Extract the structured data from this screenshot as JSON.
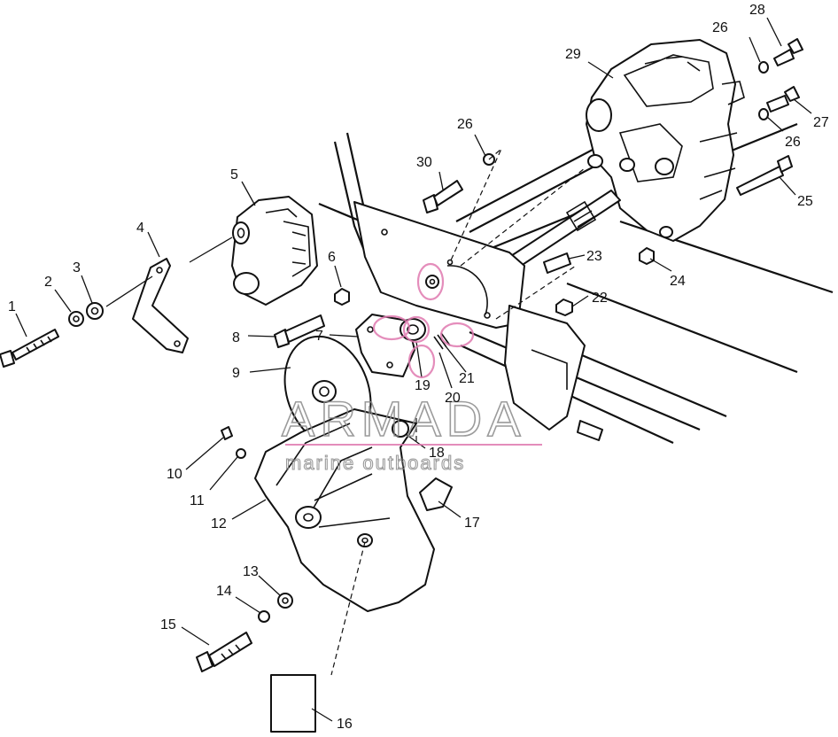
{
  "callouts": [
    {
      "id": "c1",
      "text": "1"
    },
    {
      "id": "c2",
      "text": "2"
    },
    {
      "id": "c3",
      "text": "3"
    },
    {
      "id": "c4",
      "text": "4"
    },
    {
      "id": "c5",
      "text": "5"
    },
    {
      "id": "c6",
      "text": "6"
    },
    {
      "id": "c7",
      "text": "7"
    },
    {
      "id": "c8",
      "text": "8"
    },
    {
      "id": "c9",
      "text": "9"
    },
    {
      "id": "c10",
      "text": "10"
    },
    {
      "id": "c11",
      "text": "11"
    },
    {
      "id": "c12",
      "text": "12"
    },
    {
      "id": "c13",
      "text": "13"
    },
    {
      "id": "c14",
      "text": "14"
    },
    {
      "id": "c15",
      "text": "15"
    },
    {
      "id": "c16",
      "text": "16"
    },
    {
      "id": "c17",
      "text": "17"
    },
    {
      "id": "c18",
      "text": "18"
    },
    {
      "id": "c19",
      "text": "19"
    },
    {
      "id": "c20",
      "text": "20"
    },
    {
      "id": "c21",
      "text": "21"
    },
    {
      "id": "c22",
      "text": "22"
    },
    {
      "id": "c23",
      "text": "23"
    },
    {
      "id": "c24",
      "text": "24"
    },
    {
      "id": "c25",
      "text": "25"
    },
    {
      "id": "c26a",
      "text": "26"
    },
    {
      "id": "c26b",
      "text": "26"
    },
    {
      "id": "c26c",
      "text": "26"
    },
    {
      "id": "c27",
      "text": "27"
    },
    {
      "id": "c28",
      "text": "28"
    },
    {
      "id": "c29",
      "text": "29"
    },
    {
      "id": "c30",
      "text": "30"
    }
  ],
  "watermark": {
    "title": "ARMADA",
    "subtitle": "marine outboards",
    "logo_color": "#e07ab0",
    "text_color": "#8a8a8a"
  }
}
